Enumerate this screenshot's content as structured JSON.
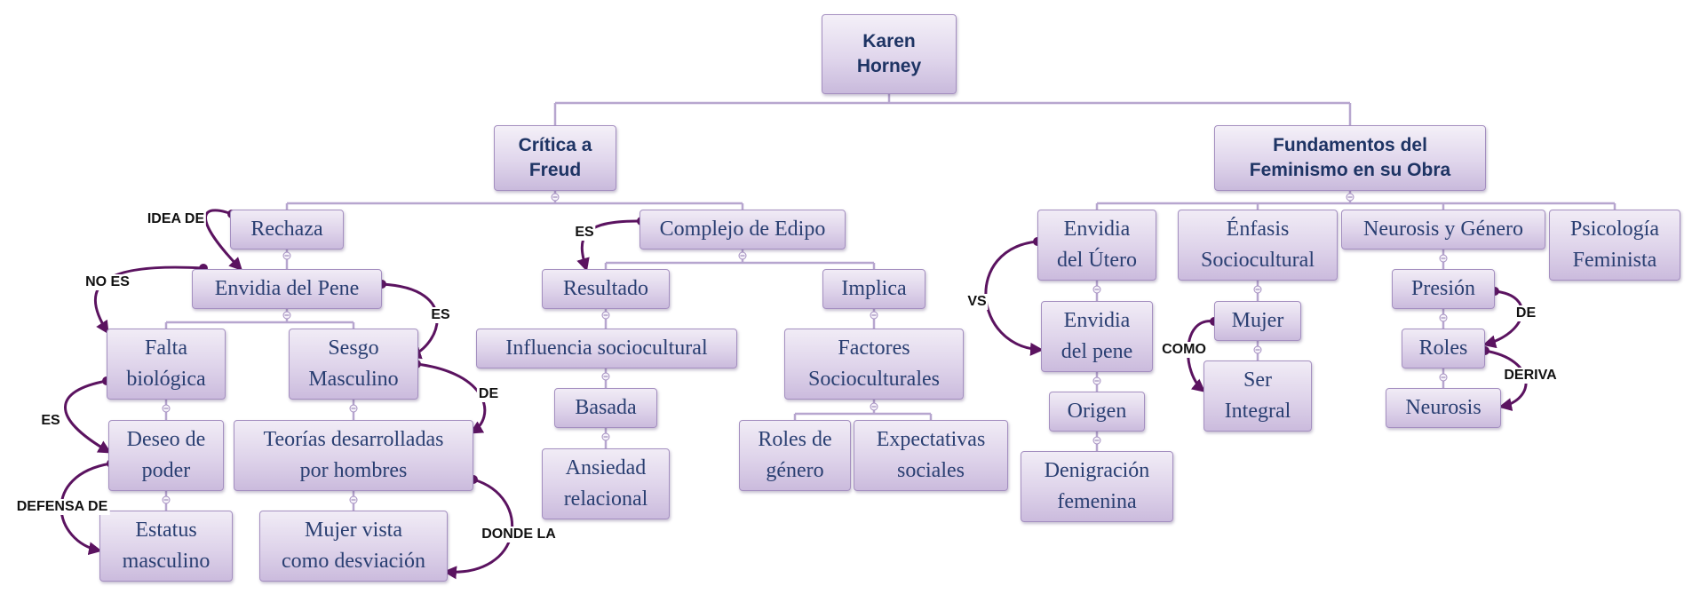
{
  "nodes": {
    "root": "Karen\nHorney",
    "critica": "Crítica a\nFreud",
    "fundamentos": "Fundamentos del\nFeminismo en su Obra",
    "rechaza": "Rechaza",
    "envidia_pene": "Envidia del Pene",
    "falta_biologica": "Falta\nbiológica",
    "sesgo_masculino": "Sesgo\nMasculino",
    "deseo_poder": "Deseo de\npoder",
    "estatus_masculino": "Estatus\nmasculino",
    "teorias": "Teorías desarrolladas\npor hombres",
    "mujer_vista": "Mujer vista\ncomo desviación",
    "complejo_edipo": "Complejo de Edipo",
    "resultado": "Resultado",
    "implica": "Implica",
    "influencia": "Influencia sociocultural",
    "basada": "Basada",
    "ansiedad": "Ansiedad\nrelacional",
    "factores": "Factores\nSocioculturales",
    "roles_genero": "Roles de\ngénero",
    "expectativas": "Expectativas\nsociales",
    "envidia_utero": "Envidia\ndel Útero",
    "envidia_pene2": "Envidia\ndel pene",
    "origen": "Origen",
    "denigracion": "Denigración\nfemenina",
    "enfasis": "Énfasis\nSociocultural",
    "mujer": "Mujer",
    "ser_integral": "Ser\nIntegral",
    "neurosis_genero": "Neurosis y Género",
    "presion": "Presión",
    "roles": "Roles",
    "neurosis": "Neurosis",
    "psicologia": "Psicología\nFeminista"
  },
  "link_labels": {
    "idea_de": "IDEA DE",
    "no_es": "NO ES",
    "es_1": "ES",
    "es_2": "ES",
    "de_1": "DE",
    "defensa_de": "DEFENSA DE",
    "donde_la": "DONDE LA",
    "es_3": "ES",
    "vs": "VS",
    "como": "COMO",
    "de_2": "DE",
    "deriva": "DERIVA"
  },
  "colors": {
    "node_border": "#a48fc0",
    "node_text": "#2a3f72",
    "tree_line": "#b7a6cf",
    "link_arrow": "#5b1360"
  }
}
